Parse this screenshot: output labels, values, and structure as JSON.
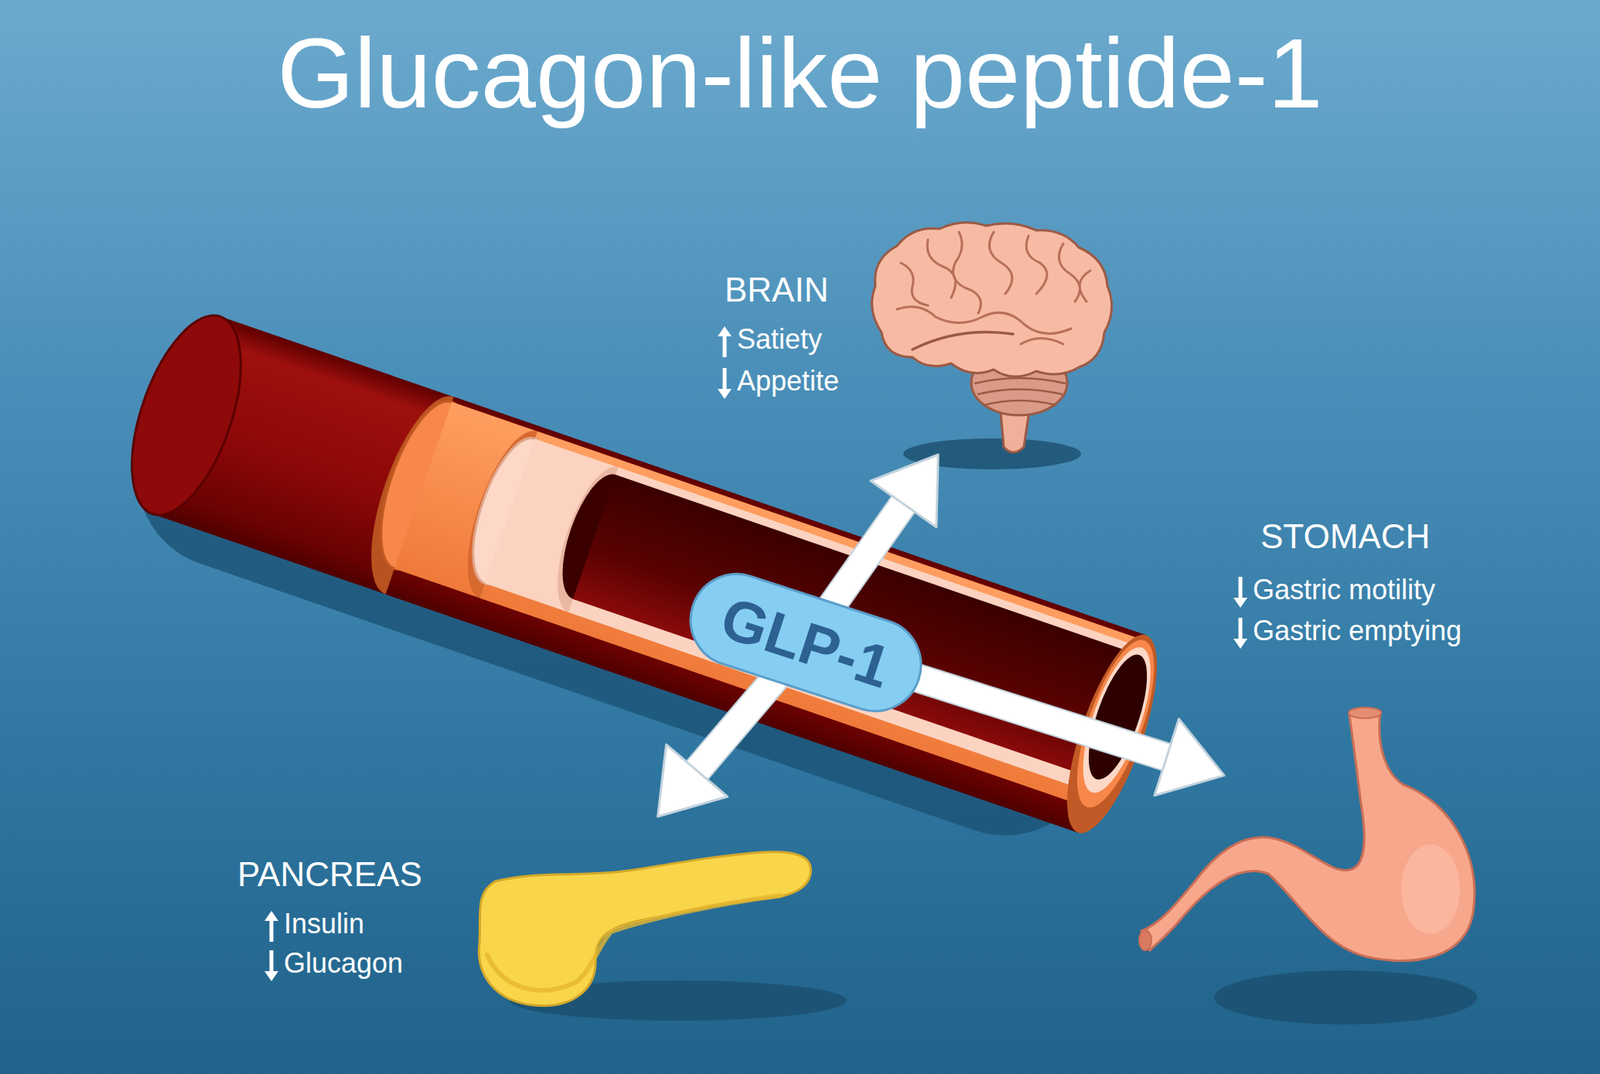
{
  "diagram": {
    "title": "Glucagon-like peptide-1",
    "nodes": [
      {
        "text": [
          "BRAIN",
          "Satiety",
          "Appetite"
        ]
      },
      {
        "text": [
          "GLP-1"
        ]
      },
      {
        "text": [
          "STOMACH",
          "Gastric motility",
          "Gastric emptying"
        ]
      },
      {
        "text": [
          "PANCREAS",
          "Insulin",
          "Glucagon"
        ]
      }
    ],
    "edges": [
      {
        "from": 1,
        "to": 0,
        "arrow": "to"
      },
      {
        "from": 1,
        "to": 2,
        "arrow": "to"
      },
      {
        "from": 1,
        "to": 3,
        "arrow": "to"
      }
    ]
  }
}
